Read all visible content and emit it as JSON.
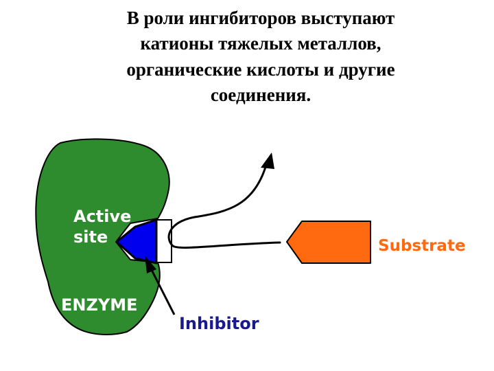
{
  "title": {
    "lines": [
      "В роли ингибиторов выступают",
      "катионы тяжелых металлов,",
      "органические кислоты и другие",
      "соединения."
    ]
  },
  "diagram": {
    "enzyme": {
      "active_site_line1": "Active",
      "active_site_line2": "site",
      "name": "ENZYME",
      "color": "#2e8b2e"
    },
    "inhibitor": {
      "label": "Inhibitor",
      "color": "#0000ee",
      "label_color": "#1a1a8c"
    },
    "substrate": {
      "label": "Substrate",
      "color": "#ff6a10"
    }
  }
}
